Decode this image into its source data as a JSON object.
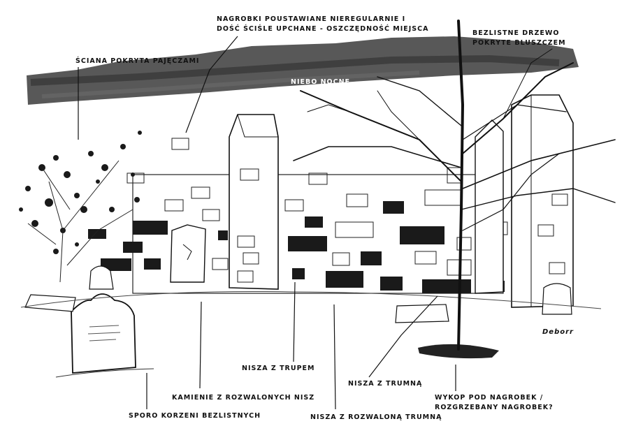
{
  "annotations": {
    "wall_webs": "ściana pokryta pajęczami",
    "tombs_line1": "nagrobki poustawiane nieregularnie i",
    "tombs_line2": "dość ściśle upchane - oszczędność miejsca",
    "tree_line1": "bezlistne drzewo",
    "tree_line2": "pokryte bluszczem",
    "night_sky": "niebo nocne",
    "stumps": "sporo korzeni bezlistnych",
    "debris": "kamienie z rozwalonych nisz",
    "niche_corpse": "nisza z trupem",
    "niche_coffin": "nisza z trumną",
    "niche_broken": "nisza z rozwaloną trumną",
    "pit_line1": "wykop pod nagrobek /",
    "pit_line2": "rozgrzebany nagrobek?",
    "signature": "Deborr"
  }
}
